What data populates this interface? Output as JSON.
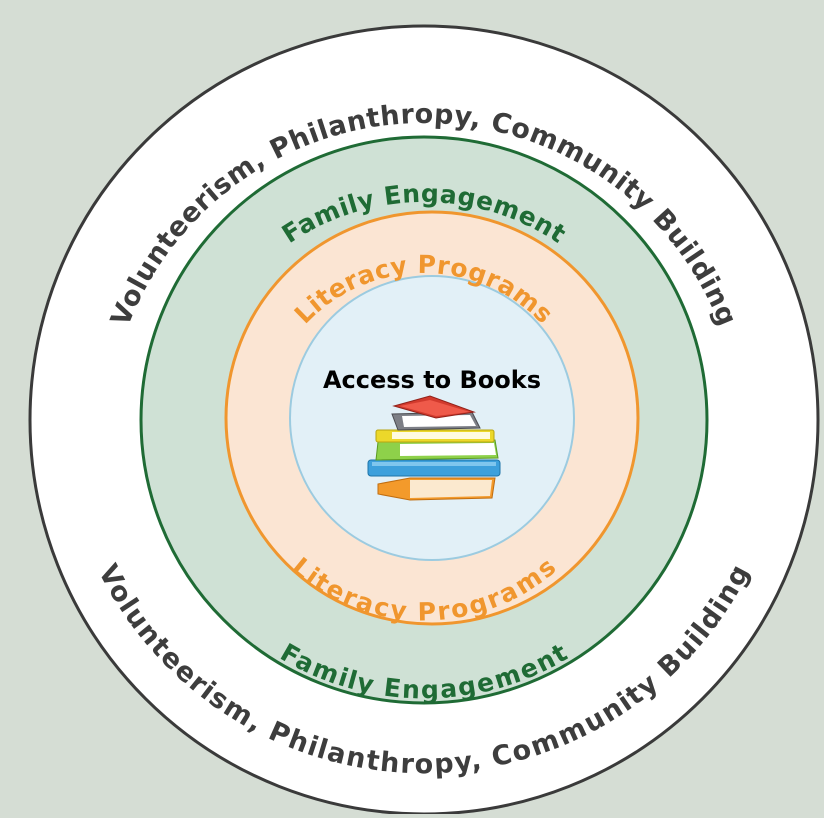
{
  "rings": {
    "outer": {
      "top_label": "Volunteerism, Philanthropy, Community Building",
      "bottom_label": "Volunteerism, Philanthropy, Community Building"
    },
    "family": {
      "top_label": "Family Engagement",
      "bottom_label": "Family Engagement"
    },
    "literacy": {
      "top_label": "Literacy Programs",
      "bottom_label": "Literacy Programs"
    },
    "center": {
      "title": "Access to Books",
      "icon": "stack-of-books-icon"
    }
  },
  "colors": {
    "background": "#d5ddd4",
    "outer_fill": "#ffffff",
    "outer_stroke": "#3a3a3a",
    "family_fill": "#cfe1d5",
    "family_stroke": "#1f6b35",
    "literacy_fill": "#fbe5d3",
    "literacy_stroke": "#f0962e",
    "center_fill": "#e2f0f7",
    "center_stroke": "#9ccbe0"
  }
}
